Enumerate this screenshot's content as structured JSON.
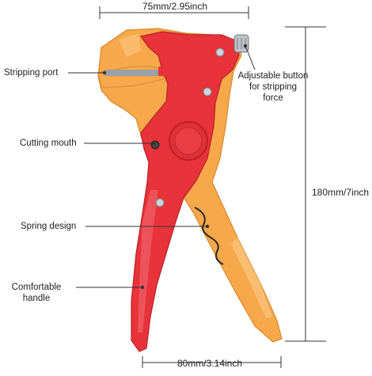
{
  "dimensions": {
    "top_width": "75mm/2.95inch",
    "bottom_width": "80mm/3.14inch",
    "height": "180mm/7inch"
  },
  "labels": {
    "stripping_port": "Stripping port",
    "cutting_mouth": "Cutting mouth",
    "spring_design": "Spring design",
    "comfortable_handle_1": "Comfortable",
    "comfortable_handle_2": "handle",
    "adjustable_1": "Adjustable button",
    "adjustable_2": "for stripping",
    "adjustable_3": "force"
  },
  "colors": {
    "red_body": "#e8333b",
    "orange_body": "#f7a84a",
    "dimension_line": "#333333",
    "pointer_line": "#333333"
  }
}
